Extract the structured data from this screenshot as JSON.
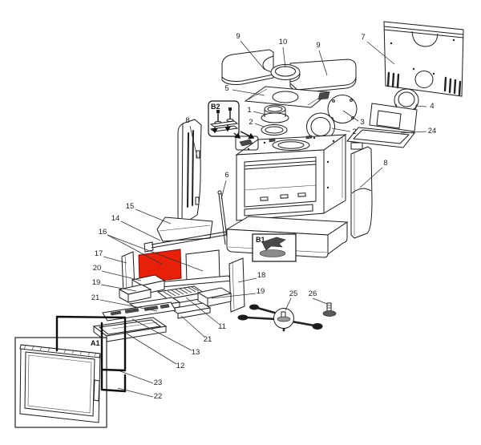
{
  "diagram": {
    "type": "exploded-parts-diagram",
    "subject": "stove exploded view with numbered spare parts",
    "highlighted_part": "16",
    "colors": {
      "highlight": "#e8200a",
      "line": "#1c1c1c",
      "background": "#ffffff"
    },
    "labels": {
      "p9a": "9",
      "p10": "10",
      "p9b": "9",
      "p7": "7",
      "p5": "5",
      "p1": "1",
      "p2a": "2",
      "p3": "3",
      "p2b": "2",
      "p4": "4",
      "p24": "24",
      "p8a": "8",
      "p8b": "8",
      "p6": "6",
      "p15": "15",
      "p14": "14",
      "p16": "16",
      "p17": "17",
      "p20": "20",
      "p19a": "19",
      "p21a": "21",
      "p18": "18",
      "p19b": "19",
      "p11": "11",
      "p21b": "21",
      "p13": "13",
      "p12": "12",
      "p25": "25",
      "p26": "26",
      "p23": "23",
      "p22": "22"
    },
    "boxes": {
      "b2": "B2",
      "b1": "B1",
      "a1": "A1"
    }
  }
}
